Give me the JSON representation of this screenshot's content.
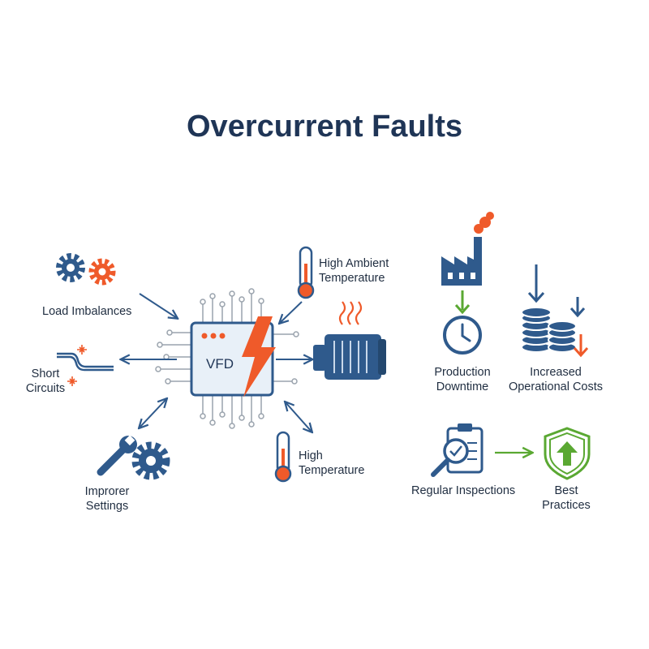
{
  "title": "Overcurrent Faults",
  "center": {
    "device": "VFD"
  },
  "causes": {
    "load_imbalances": "Load Imbalances",
    "short_circuits": [
      "Short",
      "Circuits"
    ],
    "improper_settings": [
      "Improrer",
      "Settings"
    ],
    "high_ambient_temperature": [
      "High Ambient",
      "Temperature"
    ],
    "high_temperature": [
      "High",
      "Temperature"
    ]
  },
  "effects": {
    "production_downtime": [
      "Production",
      "Downtime"
    ],
    "increased_operational_costs": [
      "Increased",
      "Operational Costs"
    ]
  },
  "solutions": {
    "regular_inspections": "Regular Inspections",
    "best_practices": [
      "Best",
      "Practices"
    ]
  },
  "colors": {
    "navy": "#2f5a8c",
    "dark": "#1f3556",
    "orange": "#ef5a2a",
    "green": "#5aa832",
    "grey": "#9aa3ad"
  }
}
